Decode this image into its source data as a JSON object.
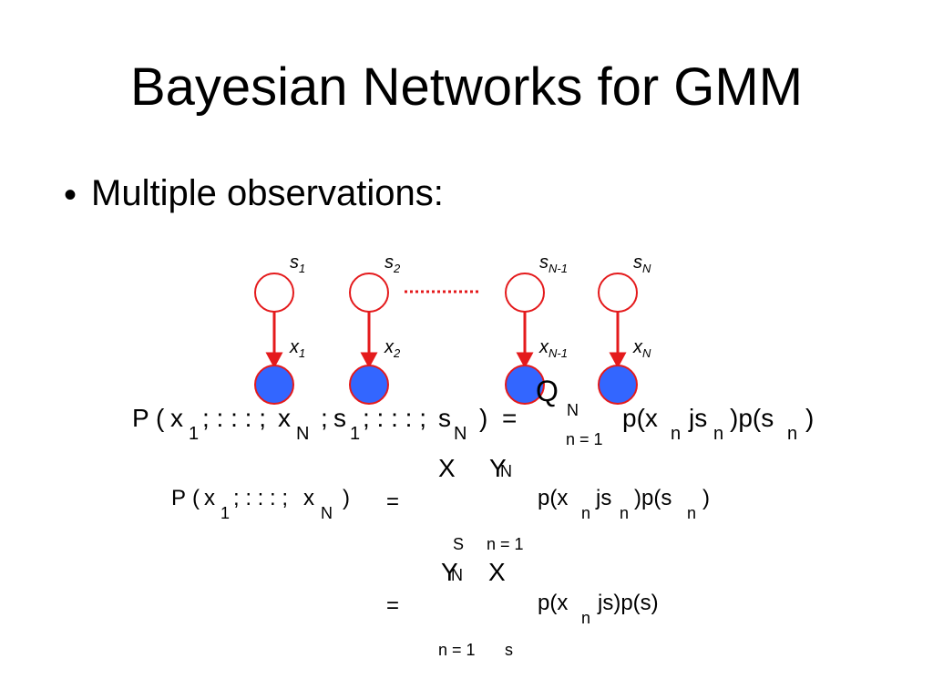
{
  "slide": {
    "title": "Bayesian Networks for GMM",
    "bullet_marker": "•",
    "bullet_text": "Multiple observations:"
  },
  "network": {
    "hidden_labels": [
      {
        "base": "s",
        "sub": "1"
      },
      {
        "base": "s",
        "sub": "2"
      },
      {
        "base": "s",
        "sub": "N-1"
      },
      {
        "base": "s",
        "sub": "N"
      }
    ],
    "observed_labels": [
      {
        "base": "x",
        "sub": "1"
      },
      {
        "base": "x",
        "sub": "2"
      },
      {
        "base": "x",
        "sub": "N-1"
      },
      {
        "base": "x",
        "sub": "N"
      }
    ],
    "colors": {
      "hidden_fill": "#ffffff",
      "node_stroke": "#e41a1c",
      "observed_fill": "#3366ff",
      "edge": "#e41a1c"
    }
  },
  "equations": {
    "line1": {
      "lhs_P": "P",
      "lp": "(",
      "x": "x",
      "sub_1": "1",
      "dots1": "; : : : ;",
      "xN": "x",
      "sub_N": "N",
      "semi": ";",
      "s1": "s",
      "sub_s1": "1",
      "dots2": "; : : : ;",
      "sN": "s",
      "sub_sN": "N",
      "rp": ")",
      "eq": "=",
      "prod_glyph": "Q",
      "prod_top": "N",
      "prod_bottom": "n = 1",
      "rhs_a": "p(x",
      "rhs_sub_n1": "n",
      "rhs_b": "js",
      "rhs_sub_n2": "n",
      "rhs_c": ")p(s",
      "rhs_sub_n3": "n",
      "rhs_d": ")"
    },
    "line2": {
      "sum_glyph": "X",
      "prod_glyph": "Y",
      "prod_top": "N",
      "lhs_P": "P",
      "lp": "(",
      "x": "x",
      "sub_1": "1",
      "dots": "; : : : ;",
      "xN": "x",
      "sub_N": "N",
      "rp": ")",
      "eq": "=",
      "rhs_a": "p(x",
      "rhs_sub_n1": "n",
      "rhs_b": "js",
      "rhs_sub_n2": "n",
      "rhs_c": ")p(s",
      "rhs_sub_n3": "n",
      "rhs_d": ")",
      "sum_bottom": "S",
      "prod_bottom": "n = 1"
    },
    "line3": {
      "prod_glyph": "Y",
      "prod_top": "N",
      "sum_glyph": "X",
      "eq": "=",
      "rhs_a": "p(x",
      "rhs_sub_n": "n",
      "rhs_b": "js)p(s)",
      "prod_bottom": "n = 1",
      "sum_bottom": "s"
    }
  }
}
